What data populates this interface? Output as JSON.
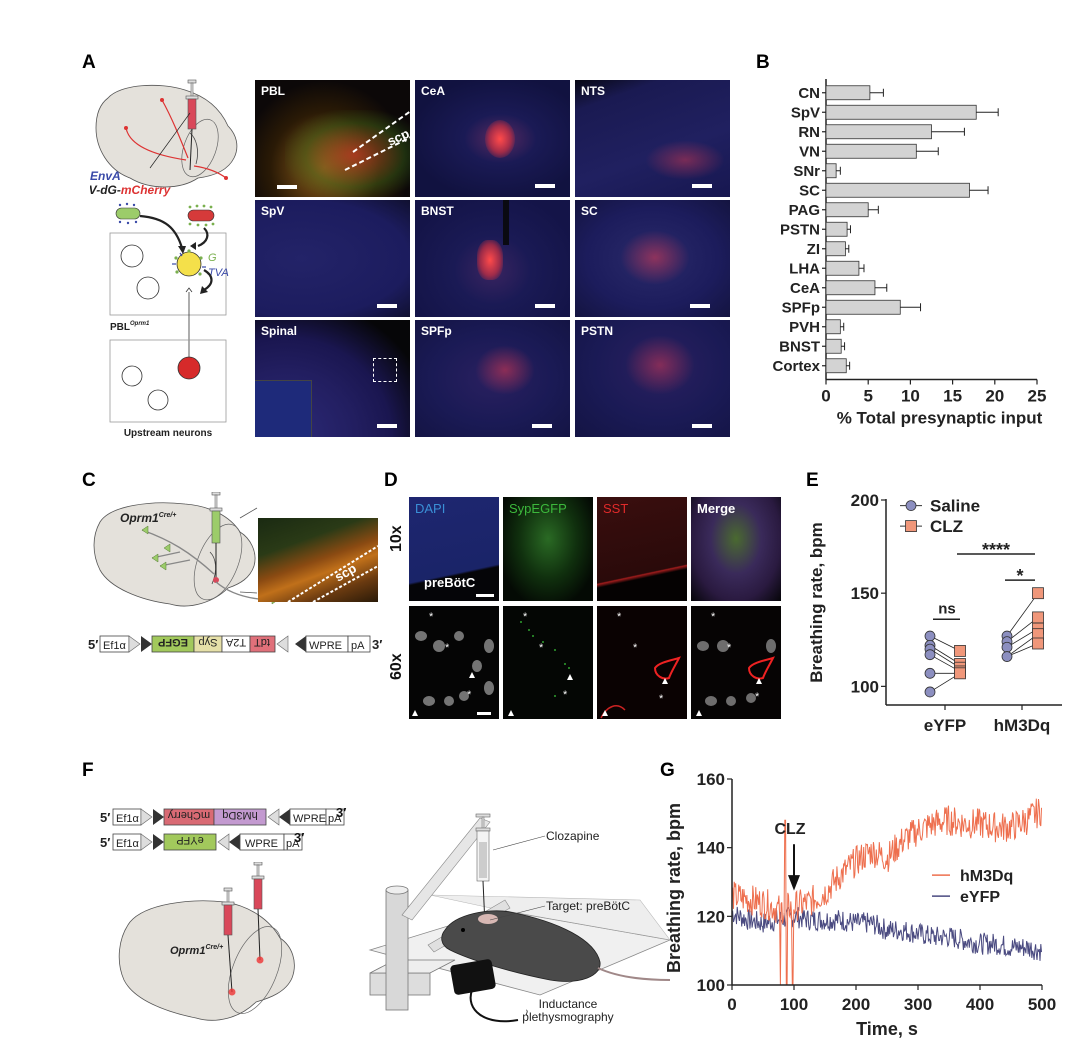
{
  "panels": {
    "A": {
      "letter": "A",
      "schematic": {
        "virus_label_1": "EnvA",
        "virus_label_2_prefix": "RV-dG-",
        "virus_label_2_suffix": "mCherry",
        "g_label": "G",
        "tva_label": "TVA",
        "pbl_label": "PBL",
        "pbl_superscript": "Oprm1",
        "upstream_label": "Upstream neurons"
      },
      "micrographs": [
        {
          "label": "PBL",
          "annotation": "scp"
        },
        {
          "label": "CeA"
        },
        {
          "label": "NTS"
        },
        {
          "label": "SpV"
        },
        {
          "label": "BNST"
        },
        {
          "label": "SC"
        },
        {
          "label": "Spinal"
        },
        {
          "label": "SPFp"
        },
        {
          "label": "PSTN"
        }
      ]
    },
    "B": {
      "letter": "B"
    },
    "C": {
      "letter": "C",
      "genotype": "Oprm1",
      "genotype_superscript": "Cre/+",
      "inset_annotation": "scp",
      "cassette": {
        "five_prime": "5′",
        "three_prime": "3′",
        "elements": [
          "Ef1α",
          "EGFP",
          "Syp",
          "T2A",
          "tdT",
          "WPRE",
          "pA"
        ]
      }
    },
    "D": {
      "letter": "D",
      "row_labels": [
        "10x",
        "60x"
      ],
      "channels": [
        {
          "label": "DAPI",
          "color": "#3a8fd6"
        },
        {
          "label": "SypEGFP",
          "color": "#3cb83c"
        },
        {
          "label": "SST",
          "color": "#e02a2a"
        },
        {
          "label": "Merge",
          "color": "#ffffff"
        }
      ],
      "region_label": "preBötC"
    },
    "E": {
      "letter": "E",
      "significance": {
        "across": "****",
        "hm3dq_pair": "*",
        "eyfp_pair": "ns"
      }
    },
    "F": {
      "letter": "F",
      "cassette_1": {
        "five_prime": "5′",
        "three_prime": "3′",
        "elements": [
          "Ef1α",
          "mCherry",
          "hM3Dq",
          "WPRE",
          "pA"
        ]
      },
      "cassette_2": {
        "five_prime": "5′",
        "three_prime": "3′",
        "elements": [
          "Ef1α",
          "eYFP",
          "WPRE",
          "pA"
        ]
      },
      "genotype": "Oprm1",
      "genotype_superscript": "Cre/+",
      "labels": {
        "clozapine": "Clozapine",
        "target": "Target: preBötC",
        "inductance_1": "Inductance",
        "inductance_2": "plethysmography"
      }
    },
    "G": {
      "letter": "G",
      "annotation": "CLZ"
    }
  },
  "chart_data": [
    {
      "panel": "B",
      "type": "bar",
      "orientation": "horizontal",
      "categories": [
        "CN",
        "SpV",
        "RN",
        "VN",
        "SNr",
        "SC",
        "PAG",
        "PSTN",
        "ZI",
        "LHA",
        "CeA",
        "SPFp",
        "PVH",
        "BNST",
        "Cortex"
      ],
      "values": [
        5.2,
        17.8,
        12.5,
        10.7,
        1.2,
        17.0,
        5.0,
        2.5,
        2.3,
        3.9,
        5.8,
        8.8,
        1.7,
        1.8,
        2.4
      ],
      "errors": [
        1.6,
        2.6,
        3.9,
        2.6,
        0.5,
        2.2,
        1.2,
        0.4,
        0.4,
        0.6,
        1.4,
        2.4,
        0.4,
        0.4,
        0.4
      ],
      "title": "",
      "xlabel": "% Total presynaptic input",
      "ylabel": "",
      "xlim": [
        0,
        25
      ],
      "xticks": [
        0,
        5,
        10,
        15,
        20,
        25
      ],
      "bar_color": "#d3d3d3",
      "grid": false
    },
    {
      "panel": "E",
      "type": "scatter",
      "subtype": "paired",
      "categories": [
        "eYFP",
        "hM3Dq"
      ],
      "series": [
        {
          "name": "Saline",
          "marker": "circle",
          "color": "#8c8fc0",
          "eYFP": [
            127,
            122,
            120,
            117,
            107,
            97
          ],
          "hM3Dq": [
            127,
            124,
            121,
            116
          ]
        },
        {
          "name": "CLZ",
          "marker": "square",
          "color": "#f0977a",
          "eYFP": [
            119,
            112,
            110,
            108,
            107
          ],
          "hM3Dq": [
            150,
            137,
            131,
            128,
            123
          ]
        }
      ],
      "xlabel": "",
      "ylabel": "Breathing rate, bpm",
      "ylim": [
        90,
        200
      ],
      "yticks": [
        100,
        150,
        200
      ],
      "legend_position": "top-left",
      "annotations": [
        "ns",
        "*",
        "****"
      ]
    },
    {
      "panel": "G",
      "type": "line",
      "x": [
        0,
        25,
        50,
        75,
        100,
        125,
        150,
        175,
        200,
        225,
        250,
        275,
        300,
        325,
        350,
        375,
        400,
        425,
        450,
        475,
        500
      ],
      "series": [
        {
          "name": "hM3Dq",
          "color": "#ee6f4e",
          "values": [
            126,
            125,
            124,
            122,
            123,
            124,
            127,
            132,
            136,
            139,
            137,
            142,
            145,
            147,
            148,
            147,
            147,
            146,
            146,
            148,
            151
          ]
        },
        {
          "name": "eYFP",
          "color": "#4a4a80",
          "values": [
            121,
            119,
            118,
            119,
            120,
            119,
            119,
            119,
            118,
            118,
            116,
            116,
            115,
            114,
            114,
            113,
            112,
            112,
            111,
            111,
            110
          ]
        }
      ],
      "xlabel": "Time, s",
      "ylabel": "Breathing rate, bpm",
      "xlim": [
        0,
        500
      ],
      "ylim": [
        100,
        160
      ],
      "xticks": [
        0,
        100,
        200,
        300,
        400,
        500
      ],
      "yticks": [
        100,
        120,
        140,
        160
      ],
      "legend_position": "right-middle",
      "annotations": [
        {
          "text": "CLZ",
          "x": 100,
          "arrow": true
        }
      ]
    }
  ]
}
